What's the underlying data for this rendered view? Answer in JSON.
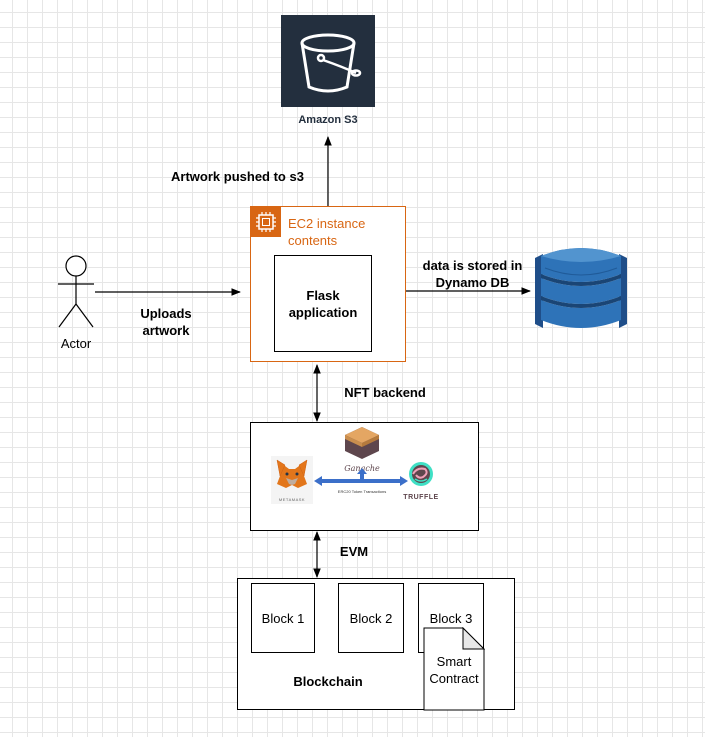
{
  "s3": {
    "label": "Amazon S3",
    "icon": "bucket-icon",
    "bg_color": "#232f3e"
  },
  "ec2": {
    "title": "EC2 instance contents",
    "accent_color": "#d86613",
    "icon": "chip-icon"
  },
  "flask": {
    "label": "Flask application"
  },
  "actor": {
    "label": "Actor"
  },
  "dynamo": {
    "icon": "dynamodb-icon",
    "color": "#2e73b8"
  },
  "edges": {
    "artwork_pushed": "Artwork pushed to s3",
    "uploads_artwork": "Uploads artwork",
    "data_stored": "data is stored in Dynamo DB",
    "nft_backend": "NFT backend",
    "evm": "EVM"
  },
  "nft_image": {
    "metamask_label": "METAMASK",
    "ganache_label": "Ganache",
    "truffle_label": "TRUFFLE",
    "transactions_label": "ERC20 Token Transactions"
  },
  "blockchain": {
    "label": "Blockchain",
    "blocks": [
      "Block 1",
      "Block 2",
      "Block 3"
    ],
    "smart_contract": "Smart Contract"
  }
}
